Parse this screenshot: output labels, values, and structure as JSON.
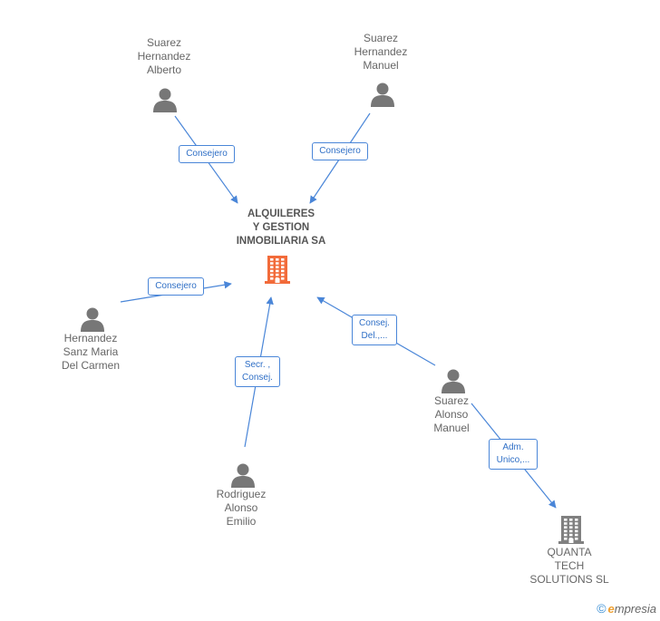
{
  "colors": {
    "edge": "#4a86d8",
    "person": "#777777",
    "company_main": "#f26b3a",
    "company": "#808080"
  },
  "nodes": [
    {
      "id": "main",
      "type": "company-main",
      "icon": "building-icon",
      "label": "ALQUILERES\nY GESTION\nINMOBILIARIA SA"
    },
    {
      "id": "p1",
      "type": "person",
      "icon": "person-icon",
      "label": "Suarez\nHernandez\nAlberto"
    },
    {
      "id": "p2",
      "type": "person",
      "icon": "person-icon",
      "label": "Suarez\nHernandez\nManuel"
    },
    {
      "id": "p3",
      "type": "person",
      "icon": "person-icon",
      "label": "Hernandez\nSanz Maria\nDel Carmen"
    },
    {
      "id": "p4",
      "type": "person",
      "icon": "person-icon",
      "label": "Rodriguez\nAlonso\nEmilio"
    },
    {
      "id": "p5",
      "type": "person",
      "icon": "person-icon",
      "label": "Suarez\nAlonso\nManuel"
    },
    {
      "id": "c2",
      "type": "company",
      "icon": "building-icon",
      "label": "QUANTA\nTECH\nSOLUTIONS SL"
    }
  ],
  "edges": [
    {
      "from": "p1",
      "to": "main",
      "label": "Consejero"
    },
    {
      "from": "p2",
      "to": "main",
      "label": "Consejero"
    },
    {
      "from": "p3",
      "to": "main",
      "label": "Consejero"
    },
    {
      "from": "p4",
      "to": "main",
      "label": "Secr. ,\nConsej."
    },
    {
      "from": "p5",
      "to": "main",
      "label": "Consej.\nDel.,..."
    },
    {
      "from": "p5",
      "to": "c2",
      "label": "Adm.\nUnico,..."
    }
  ],
  "credit": {
    "symbol": "©",
    "brand_initial": "e",
    "brand_rest": "mpresia"
  }
}
